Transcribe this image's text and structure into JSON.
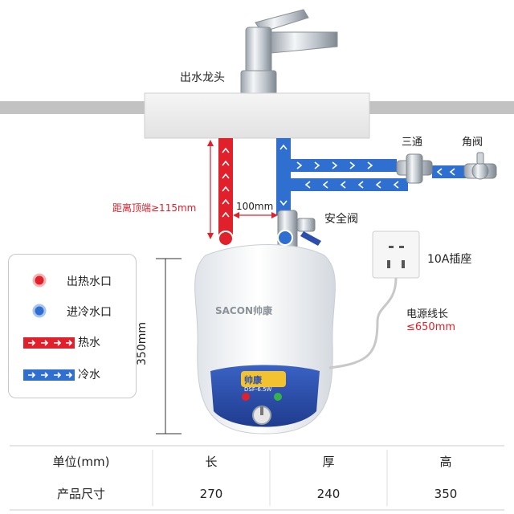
{
  "labels": {
    "faucet": "出水龙头",
    "tee": "三通",
    "angle_valve": "角阀",
    "distance_top": "距离顶端≥115mm",
    "gap": "100mm",
    "safety_valve": "安全阀",
    "socket": "10A插座",
    "cord_title": "电源线长",
    "cord_length": "≤650mm",
    "height": "350mm",
    "brand": "SACON帅康",
    "panel_logo": "帅康",
    "model": "DSF-6.5W"
  },
  "legend": {
    "hot_outlet": "出热水口",
    "cold_inlet": "进冷水口",
    "hot_water": "热水",
    "cold_water": "冷水"
  },
  "table": {
    "header": [
      "单位(mm)",
      "长",
      "厚",
      "高"
    ],
    "row": [
      "产品尺寸",
      "270",
      "240",
      "350"
    ]
  },
  "colors": {
    "hot": "#e0202a",
    "cold": "#2f6fd0",
    "counter": "#bdbdbd",
    "panel": "#2c4fae"
  }
}
